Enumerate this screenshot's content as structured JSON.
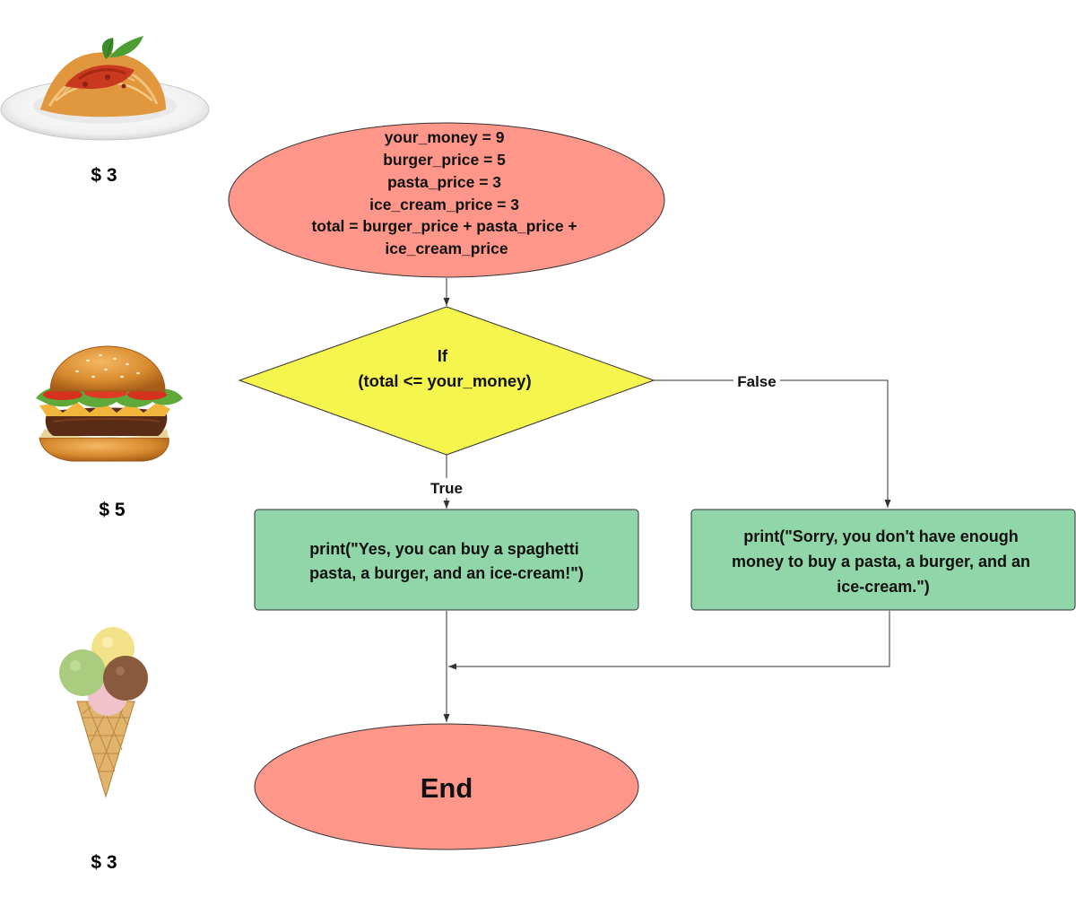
{
  "colors": {
    "terminal_fill": "#ff968a",
    "decision_fill": "#f5f54e",
    "process_fill": "#90d6a8",
    "stroke": "#333333",
    "edge": "#333333"
  },
  "start": {
    "lines": [
      "your_money = 9",
      "burger_price = 5",
      "pasta_price = 3",
      "ice_cream_price = 3",
      "total = burger_price + pasta_price +",
      "ice_cream_price"
    ]
  },
  "decision": {
    "lines": [
      "If",
      "(total <= your_money)"
    ]
  },
  "true_box": {
    "lines": [
      "print(\"Yes, you can buy a spaghetti",
      "pasta, a burger, and an ice-cream!\")"
    ]
  },
  "false_box": {
    "lines": [
      "print(\"Sorry, you don't have enough",
      "money to buy a pasta, a burger, and an",
      "ice-cream.\")"
    ]
  },
  "end": {
    "label": "End"
  },
  "edges": {
    "true_label": "True",
    "false_label": "False"
  },
  "foods": [
    {
      "icon": "spaghetti-plate-icon",
      "price": "$ 3"
    },
    {
      "icon": "burger-icon",
      "price": "$ 5"
    },
    {
      "icon": "ice-cream-cone-icon",
      "price": "$ 3"
    }
  ]
}
